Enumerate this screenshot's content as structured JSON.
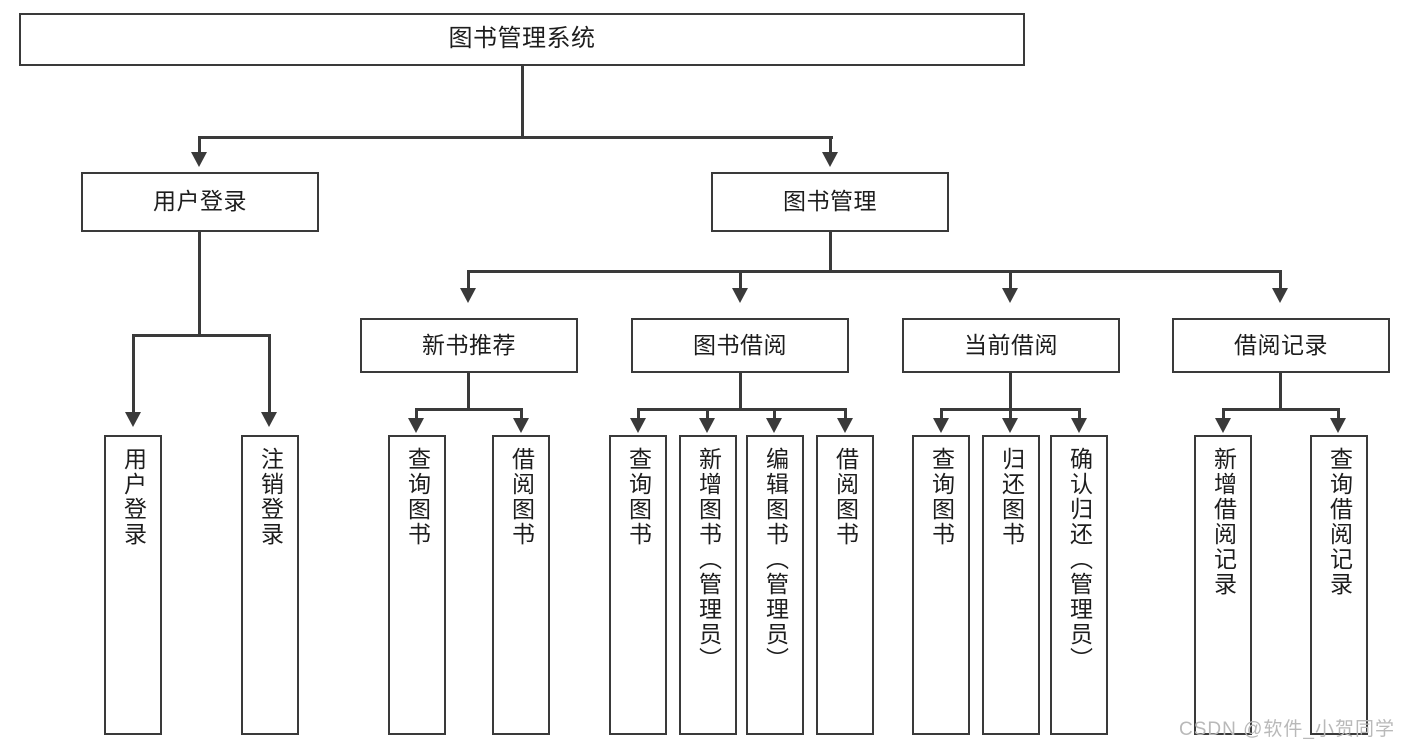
{
  "diagram": {
    "title": "图书管理系统",
    "type": "tree",
    "watermark": "CSDN @软件_小贺同学",
    "colors": {
      "stroke": "#3a3a3a",
      "fill": "#ffffff",
      "text": "#1d1d1d",
      "watermark": "#b9b9b9"
    },
    "levels": {
      "root": {
        "label": "图书管理系统"
      },
      "level2": [
        {
          "label": "用户登录"
        },
        {
          "label": "图书管理"
        }
      ],
      "level3": [
        {
          "label": "新书推荐"
        },
        {
          "label": "图书借阅"
        },
        {
          "label": "当前借阅"
        },
        {
          "label": "借阅记录"
        }
      ],
      "level4": {
        "user_login": [
          {
            "label": "用户登录"
          },
          {
            "label": "注销登录"
          }
        ],
        "new_book_recommend": [
          {
            "label": "查询图书"
          },
          {
            "label": "借阅图书"
          }
        ],
        "book_borrow": [
          {
            "label": "查询图书"
          },
          {
            "label": "新增图书（管理员）"
          },
          {
            "label": "编辑图书（管理员）"
          },
          {
            "label": "借阅图书"
          }
        ],
        "current_borrow": [
          {
            "label": "查询图书"
          },
          {
            "label": "归还图书"
          },
          {
            "label": "确认归还（管理员）"
          }
        ],
        "borrow_record": [
          {
            "label": "新增借阅记录"
          },
          {
            "label": "查询借阅记录"
          }
        ]
      }
    }
  }
}
